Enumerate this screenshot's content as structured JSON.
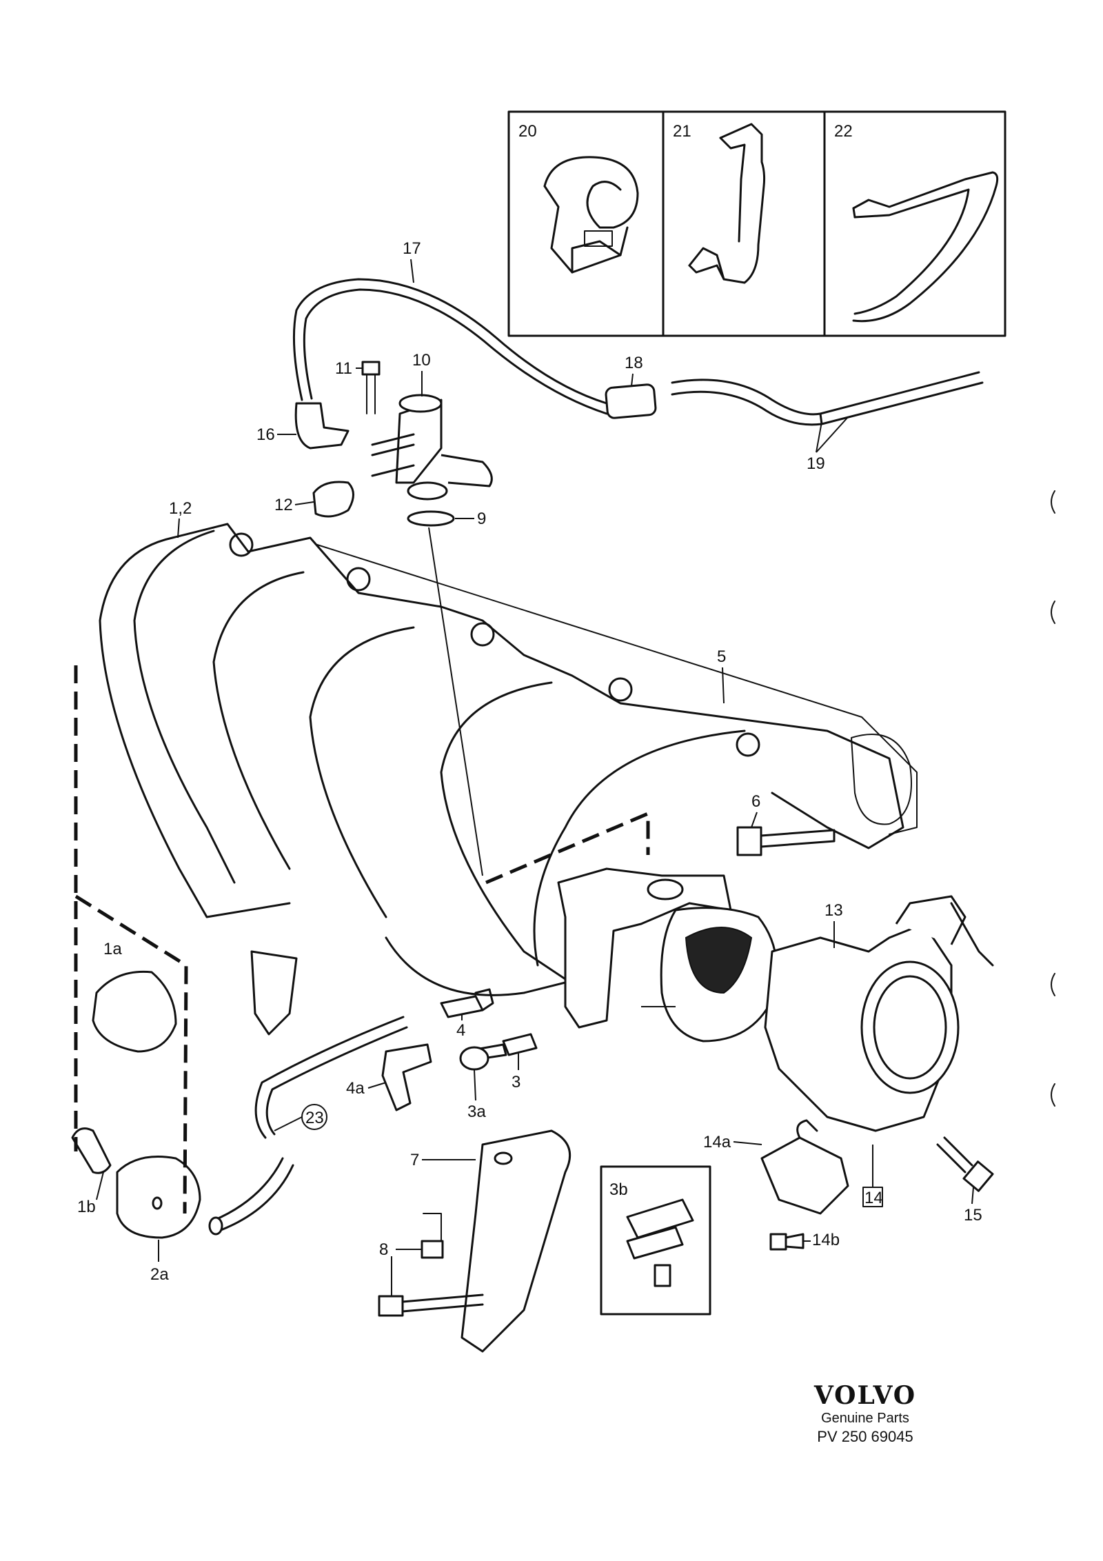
{
  "callouts": {
    "p1_2": "1,2",
    "p1a": "1a",
    "p1b": "1b",
    "p2a": "2a",
    "p3": "3",
    "p3a": "3a",
    "p3b": "3b",
    "p4": "4",
    "p4a": "4a",
    "p5": "5",
    "p6": "6",
    "p7": "7",
    "p8": "8",
    "p9": "9",
    "p10": "10",
    "p11": "11",
    "p12": "12",
    "p13": "13",
    "p14": "14",
    "p14a": "14a",
    "p14b": "14b",
    "p15": "15",
    "p16": "16",
    "p17": "17",
    "p18": "18",
    "p19": "19",
    "p20": "20",
    "p21": "21",
    "p22": "22",
    "p23": "23"
  },
  "brand": {
    "logo": "VOLVO",
    "subtitle": "Genuine Parts",
    "code": "PV 250 69045"
  }
}
